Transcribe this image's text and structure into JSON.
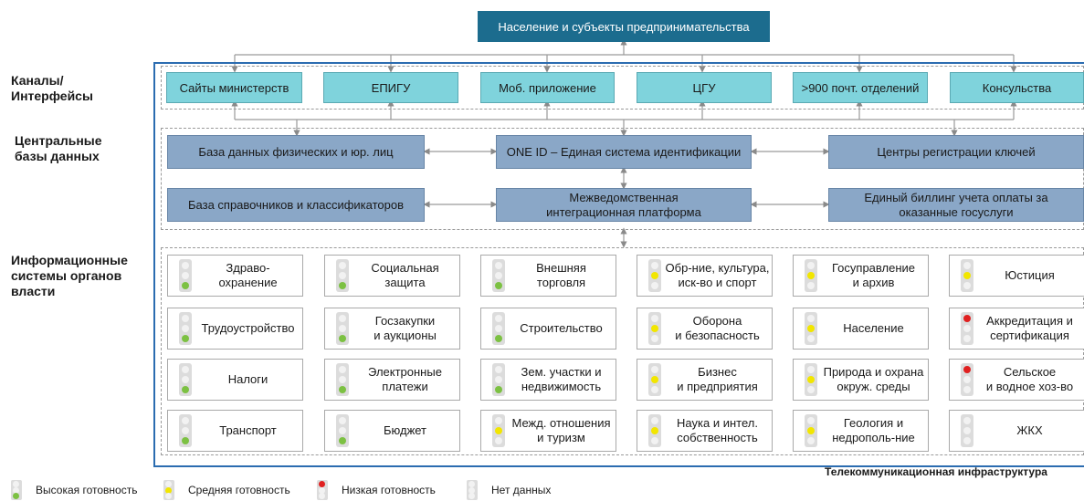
{
  "top": {
    "title": "Население и субъекты предпринимательства"
  },
  "sections": {
    "channels": "Каналы/\nИнтерфейсы",
    "databases": "Центральные\nбазы данных",
    "systems": "Информационные\nсистемы органов\nвласти"
  },
  "channels": [
    {
      "label": "Сайты министерств"
    },
    {
      "label": "ЕПИГУ"
    },
    {
      "label": "Моб. приложение"
    },
    {
      "label": "ЦГУ"
    },
    {
      "label": ">900 почт. отделений"
    },
    {
      "label": "Консульства"
    }
  ],
  "databases": {
    "row1": [
      "База данных физических и юр. лиц",
      "ONE ID – Единая система идентификации",
      "Центры регистрации ключей"
    ],
    "row2": [
      "База справочников и классификаторов",
      "Межведомственная интеграционная платформа",
      "Единый биллинг учета оплаты за оказанные госуслуги"
    ]
  },
  "systems": [
    [
      {
        "label": "Здраво-\nохранение",
        "status": "high"
      },
      {
        "label": "Социальная\nзащита",
        "status": "high"
      },
      {
        "label": "Внешняя\nторговля",
        "status": "high"
      },
      {
        "label": "Обр-ние, культура,\nиск-во и спорт",
        "status": "medium"
      },
      {
        "label": "Госуправление\nи архив",
        "status": "medium"
      },
      {
        "label": "Юстиция",
        "status": "medium"
      }
    ],
    [
      {
        "label": "Трудоустройство",
        "status": "high"
      },
      {
        "label": "Госзакупки\nи аукционы",
        "status": "high"
      },
      {
        "label": "Строительство",
        "status": "high"
      },
      {
        "label": "Оборона\nи безопасность",
        "status": "medium"
      },
      {
        "label": "Население",
        "status": "medium"
      },
      {
        "label": "Аккредитация и\nсертификация",
        "status": "low"
      }
    ],
    [
      {
        "label": "Налоги",
        "status": "high"
      },
      {
        "label": "Электронные\nплатежи",
        "status": "high"
      },
      {
        "label": "Зем. участки и\nнедвижимость",
        "status": "high"
      },
      {
        "label": "Бизнес\nи предприятия",
        "status": "medium"
      },
      {
        "label": "Природа и охрана\nокруж. среды",
        "status": "medium"
      },
      {
        "label": "Сельское\nи водное хоз-во",
        "status": "low"
      }
    ],
    [
      {
        "label": "Транспорт",
        "status": "high"
      },
      {
        "label": "Бюджет",
        "status": "high"
      },
      {
        "label": "Межд. отношения\nи туризм",
        "status": "medium"
      },
      {
        "label": "Наука и интел.\nсобственность",
        "status": "medium"
      },
      {
        "label": "Геология и\nнедрополь-ние",
        "status": "medium"
      },
      {
        "label": "ЖКХ",
        "status": "none"
      }
    ]
  ],
  "infrastructure": {
    "label": "Телекоммуникационная инфраструктура"
  },
  "legend": [
    {
      "label": "Высокая готовность",
      "status": "high"
    },
    {
      "label": "Средняя готовность",
      "status": "medium"
    },
    {
      "label": "Низкая готовность",
      "status": "low"
    },
    {
      "label": "Нет данных",
      "status": "none"
    }
  ],
  "colors": {
    "high": "#7cc142",
    "medium": "#f2e600",
    "low": "#e02020",
    "none": "#f2f2f2",
    "channel": "#7fd3dc",
    "database": "#8aa7c7",
    "header": "#1c6c8e",
    "frame": "#2b6cb0"
  }
}
